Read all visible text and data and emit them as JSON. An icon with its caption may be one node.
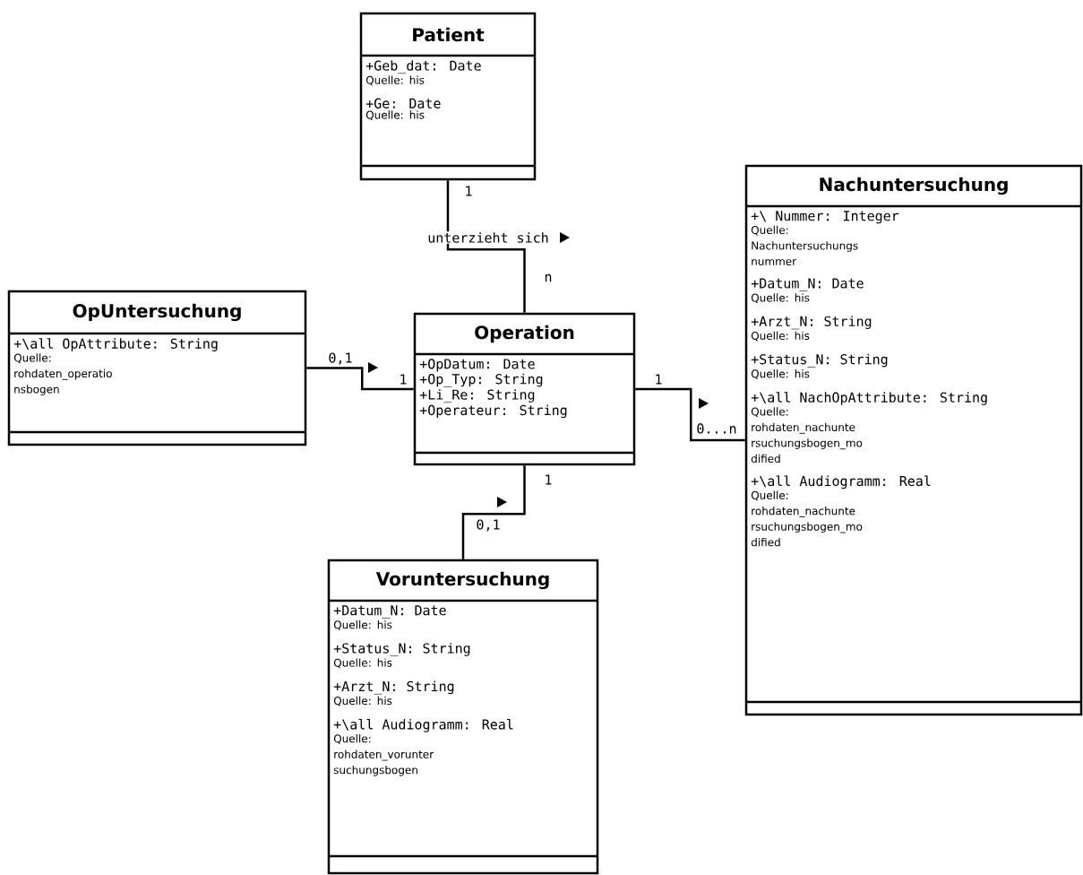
{
  "diagram": {
    "nodes": [
      {
        "text": [
          "Patient",
          "+Geb_dat: Date",
          "Quelle: his",
          "+Ge: Date",
          "Quelle: his"
        ]
      },
      {
        "text": [
          "OpUntersuchung",
          "+\\all OpAttribute: String",
          "Quelle: rohdaten_operatio nsbogen"
        ]
      },
      {
        "text": [
          "Operation",
          "+OpDatum: Date",
          "+Op_Typ: String",
          "+Li_Re: String",
          "+Operateur: String"
        ]
      },
      {
        "text": [
          "Nachuntersuchung",
          "+\\ Nummer: Integer",
          "Quelle: Nachuntersuchungs nummer",
          "+Datum_N: Date",
          "Quelle: his",
          "+Arzt_N: String",
          "Quelle: his",
          "+Status_N: String",
          "Quelle: his",
          "+\\all NachOpAttribute: String",
          "Quelle: rohdaten_nachunte rsuchungsbogen_mo dified",
          "+\\all Audiogramm: Real",
          "Quelle: rohdaten_nachunte rsuchungsbogen_mo dified"
        ]
      },
      {
        "text": [
          "Voruntersuchung",
          "+Datum_N: Date",
          "Quelle: his",
          "+Status_N: String",
          "Quelle: his",
          "+Arzt_N: String",
          "Quelle: his",
          "+\\all Audiogramm: Real",
          "Quelle: rohdaten_vorunter suchungsbogen"
        ]
      }
    ],
    "edges": [
      {
        "from": 0,
        "to": 2,
        "arrow": "none",
        "label": "unterzieht sich"
      },
      {
        "from": 1,
        "to": 2,
        "arrow": "none"
      },
      {
        "from": 2,
        "to": 3,
        "arrow": "none"
      },
      {
        "from": 2,
        "to": 4,
        "arrow": "none"
      }
    ],
    "labels": [
      "1",
      "n",
      "0,1",
      "1",
      "1",
      "0...n",
      "1",
      "0,1"
    ]
  }
}
